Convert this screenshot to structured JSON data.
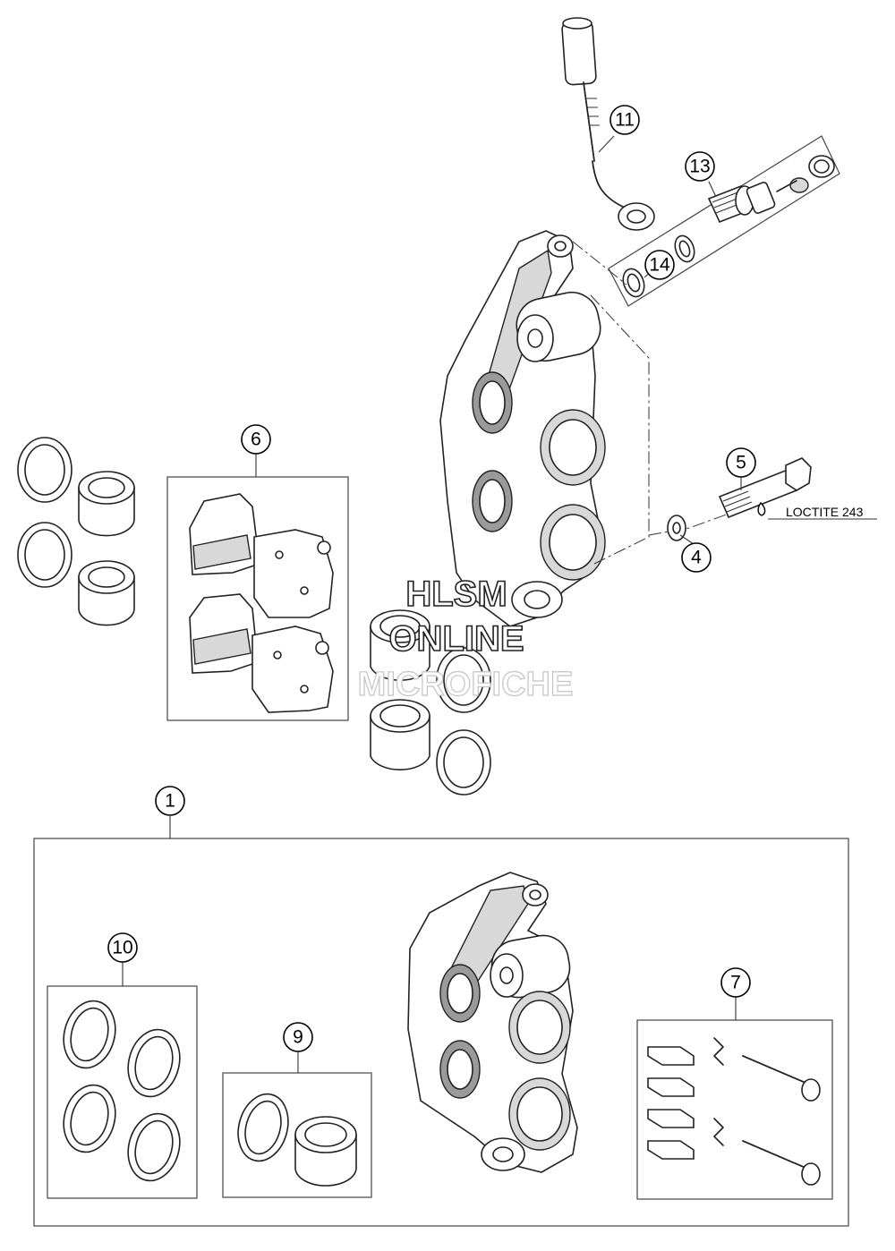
{
  "callouts": {
    "c1": "1",
    "c4": "4",
    "c5": "5",
    "c6": "6",
    "c7": "7",
    "c9": "9",
    "c10": "10",
    "c11": "11",
    "c13": "13",
    "c14": "14"
  },
  "note": {
    "loctite": "LOCTITE 243"
  },
  "watermark": {
    "line1": "HLSM",
    "line2": "ONLINE",
    "line3": "MICROFICHE"
  }
}
